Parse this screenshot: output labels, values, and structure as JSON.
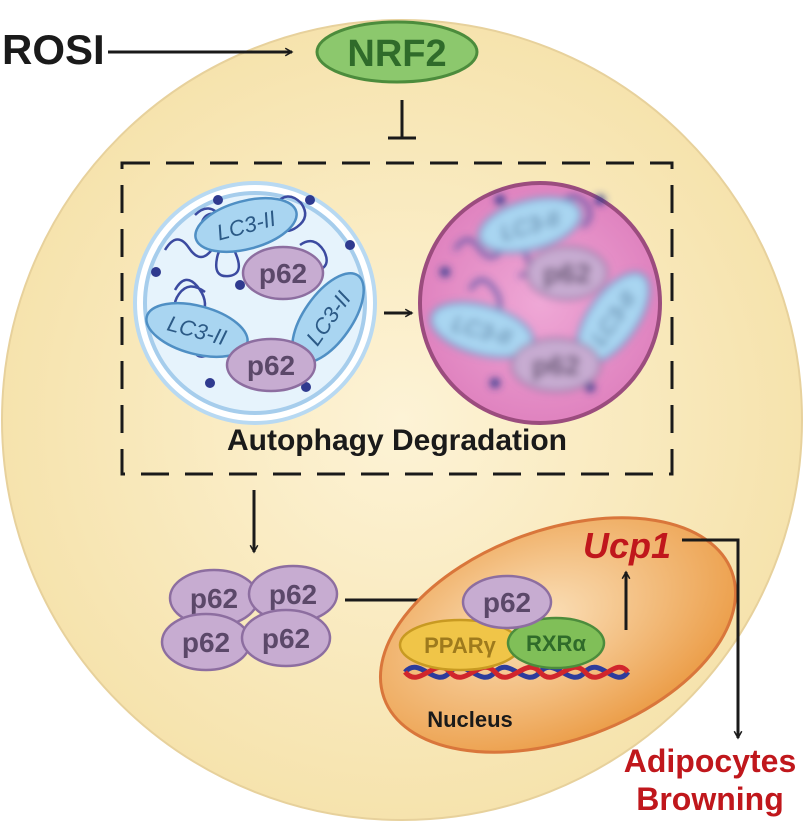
{
  "stimulus": "ROSI",
  "regulator": "NRF2",
  "process_label": "Autophagy Degradation",
  "autophagosome": {
    "lc3": [
      "LC3-II",
      "LC3-II",
      "LC3-II"
    ],
    "p62": [
      "p62",
      "p62"
    ]
  },
  "autolysosome": {
    "lc3": [
      "LC3-II",
      "LC3-II",
      "LC3-II"
    ],
    "p62": [
      "p62",
      "p62"
    ]
  },
  "p62_cluster": [
    "p62",
    "p62",
    "p62",
    "p62"
  ],
  "nucleus": {
    "label": "Nucleus",
    "p62": "p62",
    "receptors": [
      "PPARγ",
      "RXRα"
    ],
    "gene": "Ucp1"
  },
  "outcome": [
    "Adipocytes",
    "Browning"
  ],
  "colors": {
    "cell": "#fbeec6",
    "nrf2_fill": "#8cc86d",
    "p62_fill": "#c7acd1",
    "lc3_fill": "#a9d5f1",
    "autolysosome": "#e592c7",
    "nucleus": "#f2b76b",
    "accent_red": "#c0171c"
  }
}
